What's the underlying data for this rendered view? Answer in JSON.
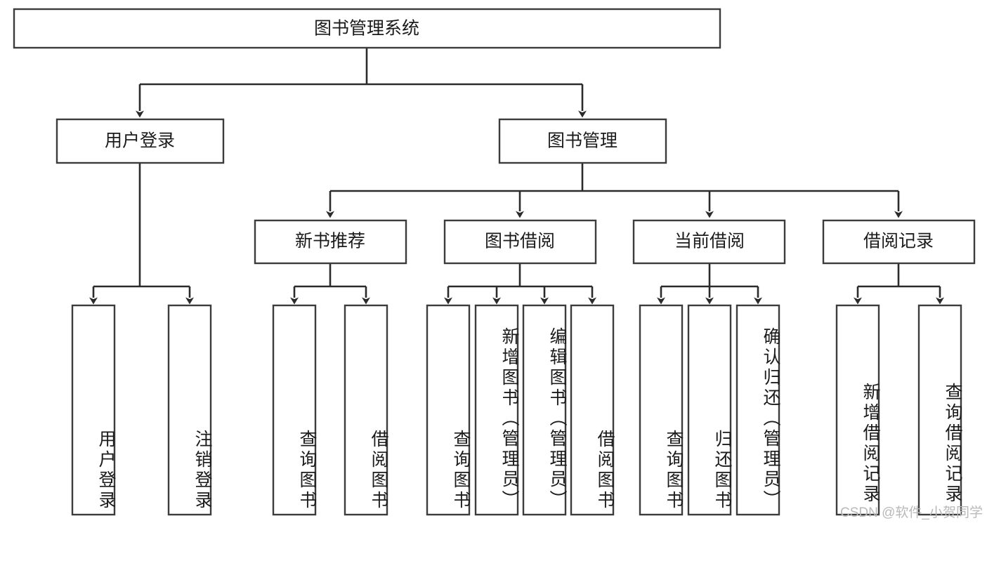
{
  "diagram": {
    "type": "tree",
    "title": "图书管理系统",
    "root": {
      "id": "root",
      "label": "图书管理系统"
    },
    "level2": [
      {
        "id": "user-login",
        "label": "用户登录"
      },
      {
        "id": "book-manage",
        "label": "图书管理"
      }
    ],
    "level3": [
      {
        "id": "new-book-recommend",
        "label": "新书推荐"
      },
      {
        "id": "book-borrow",
        "label": "图书借阅"
      },
      {
        "id": "current-borrow",
        "label": "当前借阅"
      },
      {
        "id": "borrow-record",
        "label": "借阅记录"
      }
    ],
    "leaves": [
      {
        "id": "leaf-user-login",
        "label": "用户登录",
        "parent": "user-login"
      },
      {
        "id": "leaf-logout-login",
        "label": "注销登录",
        "parent": "user-login"
      },
      {
        "id": "leaf-query-book-1",
        "label": "查询图书",
        "parent": "new-book-recommend"
      },
      {
        "id": "leaf-borrow-book-1",
        "label": "借阅图书",
        "parent": "new-book-recommend"
      },
      {
        "id": "leaf-query-book-2",
        "label": "查询图书",
        "parent": "book-borrow"
      },
      {
        "id": "leaf-add-book",
        "label": "新增图书（管理员）",
        "parent": "book-borrow"
      },
      {
        "id": "leaf-edit-book",
        "label": "编辑图书（管理员）",
        "parent": "book-borrow"
      },
      {
        "id": "leaf-borrow-book-2",
        "label": "借阅图书",
        "parent": "book-borrow"
      },
      {
        "id": "leaf-query-book-3",
        "label": "查询图书",
        "parent": "current-borrow"
      },
      {
        "id": "leaf-return-book",
        "label": "归还图书",
        "parent": "current-borrow"
      },
      {
        "id": "leaf-confirm-return",
        "label": "确认归还（管理员）",
        "parent": "current-borrow"
      },
      {
        "id": "leaf-add-record",
        "label": "新增借阅记录",
        "parent": "borrow-record"
      },
      {
        "id": "leaf-query-record",
        "label": "查询借阅记录",
        "parent": "borrow-record"
      }
    ],
    "colors": {
      "box_stroke": "#3c3c3c",
      "connector": "#2b2b2b",
      "text": "#1b1b1b",
      "background": "#ffffff",
      "watermark": "#b9b9b9"
    }
  },
  "watermark": {
    "text": "CSDN @软件_小贺同学"
  }
}
